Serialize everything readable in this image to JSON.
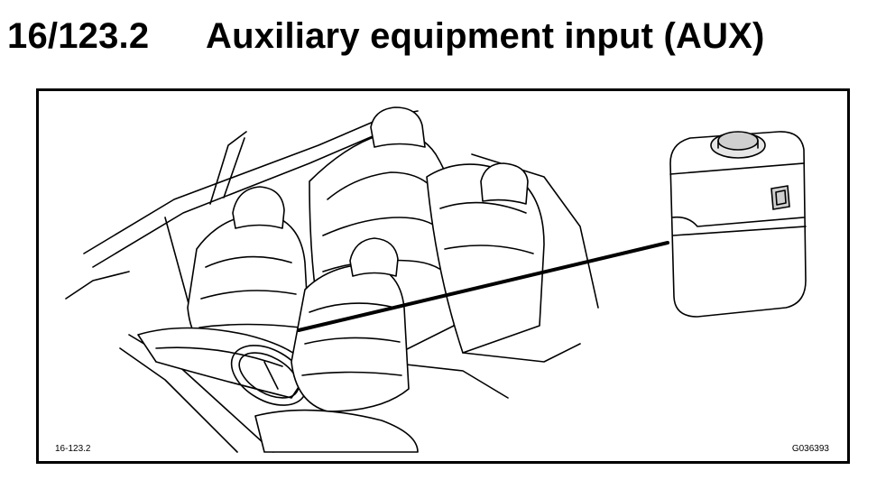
{
  "heading": {
    "number": "16/123.2",
    "title": "Auxiliary equipment input (AUX)"
  },
  "figure": {
    "caption_left": "16-123.2",
    "caption_right": "G036393"
  }
}
